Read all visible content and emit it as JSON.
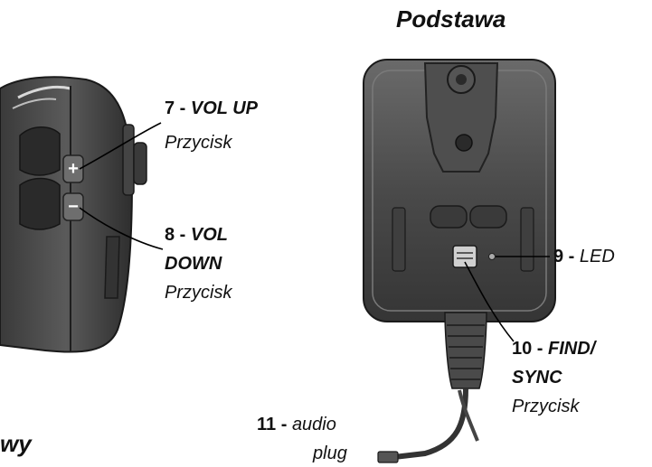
{
  "base_title": "Podstawa",
  "partial_word": "wy",
  "callouts": {
    "vol_up": {
      "number": "7",
      "sep": " - ",
      "name": "VOL UP",
      "desc": "Przycisk"
    },
    "vol_down": {
      "number": "8",
      "sep": " - ",
      "name_line1": "VOL",
      "name_line2": "DOWN",
      "desc": "Przycisk"
    },
    "led": {
      "number": "9",
      "sep": " - ",
      "name": "LED"
    },
    "find_sync": {
      "number": "10",
      "sep": " - ",
      "name_line1": "FIND/",
      "name_line2": "SYNC",
      "desc": "Przycisk"
    },
    "audio_plug": {
      "number": "11",
      "sep": " - ",
      "name_line1": "audio",
      "name_line2": "plug"
    }
  },
  "button_glyphs": {
    "plus": "+",
    "minus": "−"
  }
}
